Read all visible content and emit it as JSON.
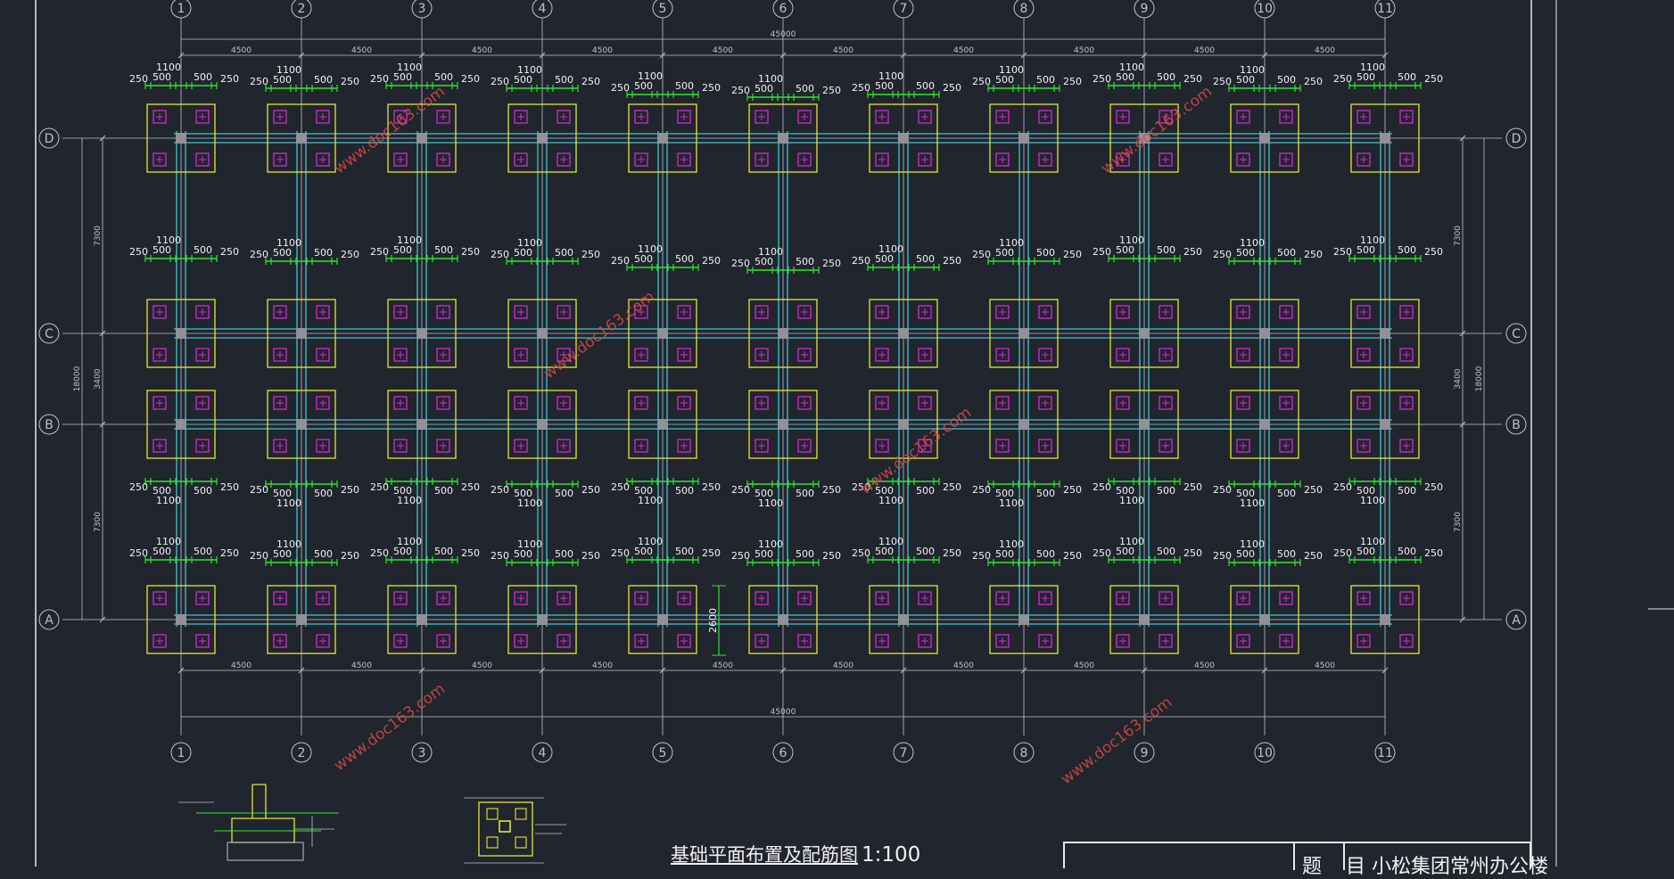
{
  "drawing": {
    "axis_labels": [
      "1",
      "2",
      "3",
      "4",
      "5",
      "6",
      "7",
      "8",
      "9",
      "10",
      "11"
    ],
    "row_labels": [
      "D",
      "C",
      "B",
      "A"
    ],
    "bay_dimension": "4500",
    "overall_length": "45000",
    "row_spacings": [
      "7300",
      "3400",
      "7300"
    ],
    "overall_width": "18000",
    "footing_dims": [
      "250",
      "500",
      "1100",
      "500",
      "250"
    ],
    "pile_offset_dim": "2600",
    "watermark": "www.doc163.com",
    "plan_title": "基础平面布置及配筋图",
    "plan_scale": "1:100",
    "title_block_label": "题 目",
    "project_name": "小松集团常州办公楼"
  },
  "colors": {
    "background": "#21252d",
    "grid": "#bfc3c8",
    "beam": "#3ac8d6",
    "footing": "#e6e632",
    "pile": "#d22ad2",
    "rebar": "#2ee62e",
    "text": "#f2f2f2",
    "watermark": "#d84a48",
    "column": "#8f9399"
  }
}
